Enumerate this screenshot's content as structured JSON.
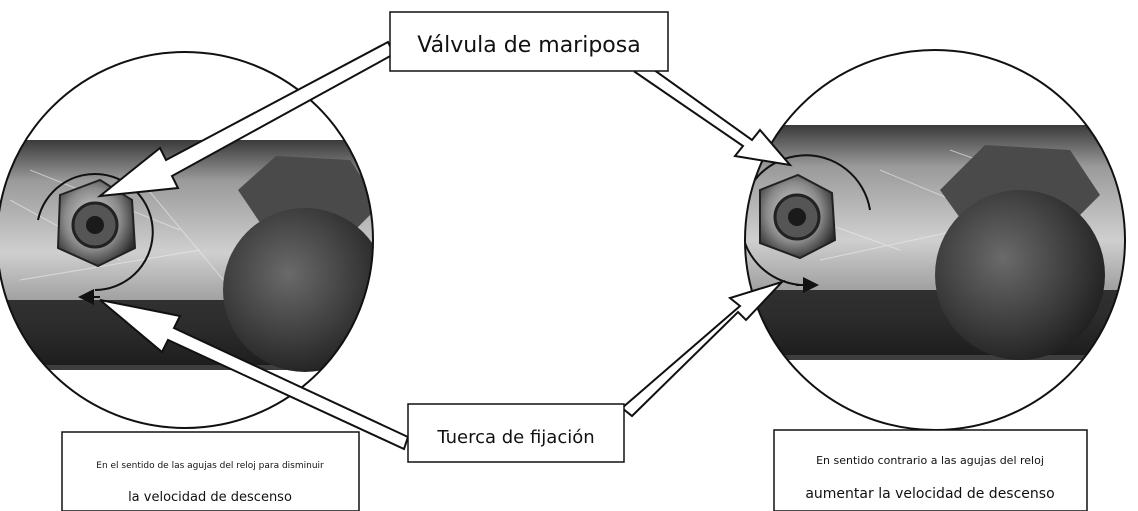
{
  "labels": {
    "valve": "Válvula de mariposa",
    "nut": "Tuerca de fijación"
  },
  "captions": {
    "left_line1": "En el sentido de las agujas del reloj para disminuir",
    "left_line2": "la velocidad de descenso",
    "right_line1": "En sentido contrario a las agujas del reloj",
    "right_line2": "aumentar la velocidad de descenso"
  },
  "rotation": {
    "left": "clockwise",
    "right": "counterclockwise"
  }
}
